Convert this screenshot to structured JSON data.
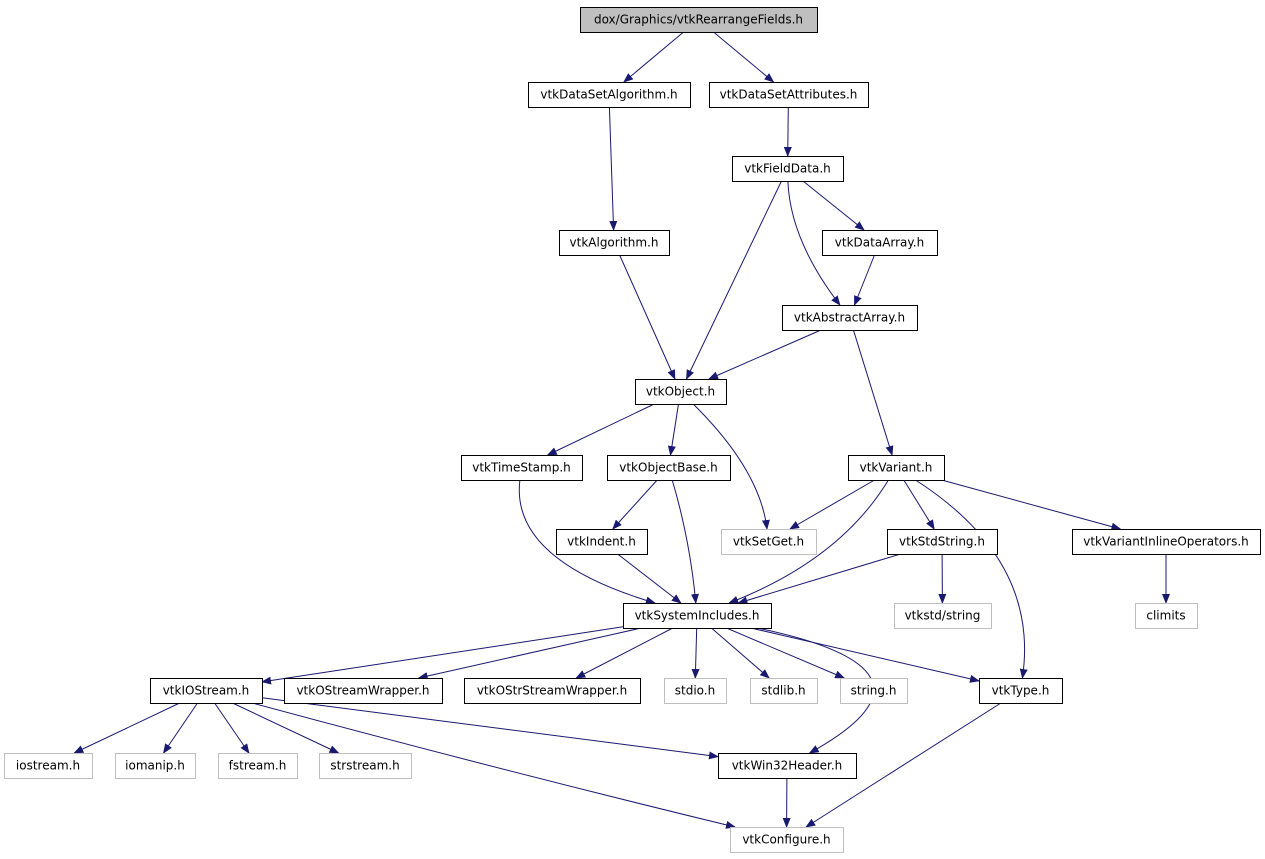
{
  "diagram": {
    "colors": {
      "background": "#ffffff",
      "root_fill": "#bfbfbf",
      "node_fill": "#ffffff",
      "node_border": "#000000",
      "external_border": "#bfbfbf",
      "text": "#000000",
      "edge": "#191970"
    },
    "nodes": [
      {
        "id": "root",
        "label": "dox/Graphics/vtkRearrangeFields.h",
        "kind": "root"
      },
      {
        "id": "dsalg",
        "label": "vtkDataSetAlgorithm.h",
        "kind": "internal"
      },
      {
        "id": "dsattr",
        "label": "vtkDataSetAttributes.h",
        "kind": "internal"
      },
      {
        "id": "fielddata",
        "label": "vtkFieldData.h",
        "kind": "internal"
      },
      {
        "id": "algorithm",
        "label": "vtkAlgorithm.h",
        "kind": "internal"
      },
      {
        "id": "dataarray",
        "label": "vtkDataArray.h",
        "kind": "internal"
      },
      {
        "id": "abstractarray",
        "label": "vtkAbstractArray.h",
        "kind": "internal"
      },
      {
        "id": "object",
        "label": "vtkObject.h",
        "kind": "internal"
      },
      {
        "id": "timestamp",
        "label": "vtkTimeStamp.h",
        "kind": "internal"
      },
      {
        "id": "objectbase",
        "label": "vtkObjectBase.h",
        "kind": "internal"
      },
      {
        "id": "variant",
        "label": "vtkVariant.h",
        "kind": "internal"
      },
      {
        "id": "indent",
        "label": "vtkIndent.h",
        "kind": "internal"
      },
      {
        "id": "setget",
        "label": "vtkSetGet.h",
        "kind": "external"
      },
      {
        "id": "stdstring",
        "label": "vtkStdString.h",
        "kind": "internal"
      },
      {
        "id": "variantops",
        "label": "vtkVariantInlineOperators.h",
        "kind": "internal"
      },
      {
        "id": "sysincludes",
        "label": "vtkSystemIncludes.h",
        "kind": "internal"
      },
      {
        "id": "vtkstdstring",
        "label": "vtkstd/string",
        "kind": "external"
      },
      {
        "id": "climits",
        "label": "climits",
        "kind": "external"
      },
      {
        "id": "iostream_vtk",
        "label": "vtkIOStream.h",
        "kind": "internal"
      },
      {
        "id": "ostreamwrapper",
        "label": "vtkOStreamWrapper.h",
        "kind": "internal"
      },
      {
        "id": "ostrstreamwrapper",
        "label": "vtkOStrStreamWrapper.h",
        "kind": "internal"
      },
      {
        "id": "stdio",
        "label": "stdio.h",
        "kind": "external"
      },
      {
        "id": "stdlib",
        "label": "stdlib.h",
        "kind": "external"
      },
      {
        "id": "string",
        "label": "string.h",
        "kind": "external"
      },
      {
        "id": "type",
        "label": "vtkType.h",
        "kind": "internal"
      },
      {
        "id": "iostream",
        "label": "iostream.h",
        "kind": "external"
      },
      {
        "id": "iomanip",
        "label": "iomanip.h",
        "kind": "external"
      },
      {
        "id": "fstream",
        "label": "fstream.h",
        "kind": "external"
      },
      {
        "id": "strstream",
        "label": "strstream.h",
        "kind": "external"
      },
      {
        "id": "win32header",
        "label": "vtkWin32Header.h",
        "kind": "internal"
      },
      {
        "id": "configure",
        "label": "vtkConfigure.h",
        "kind": "external"
      }
    ],
    "edges": [
      {
        "from": "root",
        "to": "dsalg"
      },
      {
        "from": "root",
        "to": "dsattr"
      },
      {
        "from": "dsalg",
        "to": "algorithm"
      },
      {
        "from": "dsattr",
        "to": "fielddata"
      },
      {
        "from": "fielddata",
        "to": "dataarray"
      },
      {
        "from": "fielddata",
        "to": "abstractarray"
      },
      {
        "from": "fielddata",
        "to": "object"
      },
      {
        "from": "dataarray",
        "to": "abstractarray"
      },
      {
        "from": "algorithm",
        "to": "object"
      },
      {
        "from": "abstractarray",
        "to": "object"
      },
      {
        "from": "abstractarray",
        "to": "variant"
      },
      {
        "from": "object",
        "to": "timestamp"
      },
      {
        "from": "object",
        "to": "objectbase"
      },
      {
        "from": "object",
        "to": "setget"
      },
      {
        "from": "objectbase",
        "to": "indent"
      },
      {
        "from": "objectbase",
        "to": "sysincludes"
      },
      {
        "from": "timestamp",
        "to": "sysincludes"
      },
      {
        "from": "indent",
        "to": "sysincludes"
      },
      {
        "from": "variant",
        "to": "setget"
      },
      {
        "from": "variant",
        "to": "stdstring"
      },
      {
        "from": "variant",
        "to": "variantops"
      },
      {
        "from": "variant",
        "to": "sysincludes"
      },
      {
        "from": "variant",
        "to": "type"
      },
      {
        "from": "stdstring",
        "to": "sysincludes"
      },
      {
        "from": "stdstring",
        "to": "vtkstdstring"
      },
      {
        "from": "variantops",
        "to": "climits"
      },
      {
        "from": "sysincludes",
        "to": "iostream_vtk"
      },
      {
        "from": "sysincludes",
        "to": "ostreamwrapper"
      },
      {
        "from": "sysincludes",
        "to": "ostrstreamwrapper"
      },
      {
        "from": "sysincludes",
        "to": "stdio"
      },
      {
        "from": "sysincludes",
        "to": "stdlib"
      },
      {
        "from": "sysincludes",
        "to": "string"
      },
      {
        "from": "sysincludes",
        "to": "type"
      },
      {
        "from": "sysincludes",
        "to": "win32header"
      },
      {
        "from": "iostream_vtk",
        "to": "iostream"
      },
      {
        "from": "iostream_vtk",
        "to": "iomanip"
      },
      {
        "from": "iostream_vtk",
        "to": "fstream"
      },
      {
        "from": "iostream_vtk",
        "to": "strstream"
      },
      {
        "from": "iostream_vtk",
        "to": "win32header"
      },
      {
        "from": "iostream_vtk",
        "to": "configure"
      },
      {
        "from": "win32header",
        "to": "configure"
      },
      {
        "from": "type",
        "to": "configure"
      }
    ]
  }
}
